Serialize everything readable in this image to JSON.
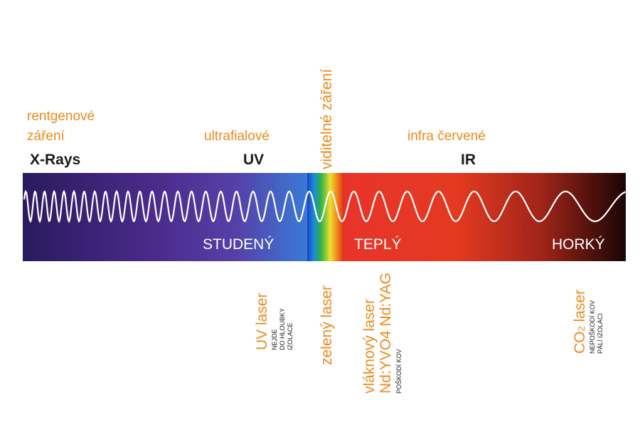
{
  "top_labels": {
    "xrays_cz_line1": "rentgenové",
    "xrays_cz_line2": "záření",
    "xrays_en": "X-Rays",
    "uv_cz": "ultrafialové",
    "uv_en": "UV",
    "visible_cz": "viditelné záření",
    "ir_cz": "infra červené",
    "ir_en": "IR"
  },
  "band_labels": {
    "cold": "STUDENÝ",
    "warm": "TEPLÝ",
    "hot": "HORKÝ"
  },
  "lasers": {
    "uv": {
      "name": "UV laser",
      "notes": [
        "NEJDE",
        "DO HLOUBKY",
        "IZOLACE"
      ]
    },
    "green": {
      "name": "zelený laser"
    },
    "fiber": {
      "name": "vláknový laser",
      "sub": "Nd:YVO4 Nd:YAG",
      "notes": [
        "POŠKODÍ KOV"
      ]
    },
    "co2": {
      "name_main": "CO",
      "name_sub": "2",
      "name_tail": " laser",
      "notes": [
        "NEPOŠKODÍ KOV",
        "PÁLÍ IZOLACI"
      ]
    }
  },
  "colors": {
    "accent_orange": "#f08a1c",
    "xray_purple": "#2a1a5e",
    "uv_blue": "#3a6fd0",
    "ir_red": "#e8332a",
    "hot_dark": "#1a0505"
  }
}
